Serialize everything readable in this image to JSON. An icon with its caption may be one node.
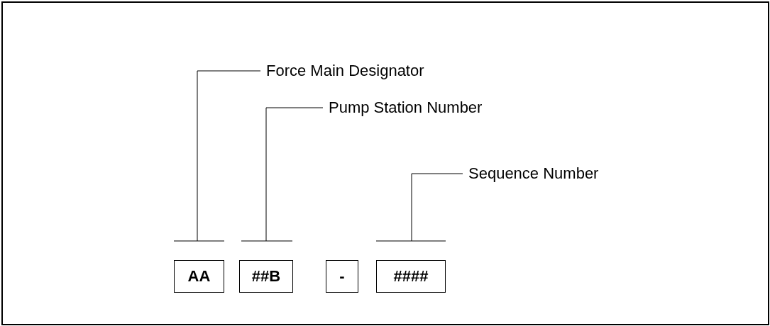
{
  "diagram": {
    "nodes": [
      {
        "text": [
          "Force Main Designator"
        ]
      },
      {
        "text": [
          "Pump Station Number"
        ]
      },
      {
        "text": [
          "Sequence Number"
        ]
      },
      {
        "text": [
          "AA"
        ]
      },
      {
        "text": [
          "##B"
        ]
      },
      {
        "text": [
          "-"
        ]
      },
      {
        "text": [
          "####"
        ]
      }
    ],
    "edges": [
      {
        "from": 0,
        "to": 3,
        "arrow": "none"
      },
      {
        "from": 1,
        "to": 4,
        "arrow": "none"
      },
      {
        "from": 2,
        "to": 6,
        "arrow": "none"
      }
    ]
  }
}
